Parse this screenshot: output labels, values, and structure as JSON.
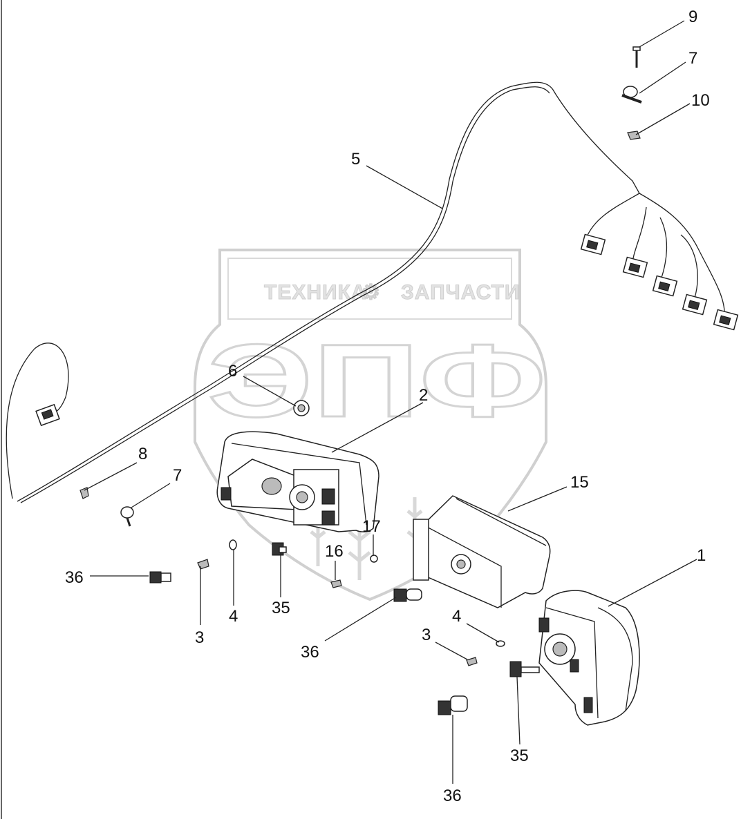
{
  "watermark": {
    "company": "ТЕХНИКА",
    "separator": "⚙",
    "company2": "ЗАПЧАСТИ",
    "logo_letters": "ЭПФ"
  },
  "callouts": {
    "c1": "1",
    "c2": "2",
    "c3a": "3",
    "c3b": "3",
    "c4a": "4",
    "c4b": "4",
    "c5": "5",
    "c6": "6",
    "c7a": "7",
    "c7b": "7",
    "c8": "8",
    "c9": "9",
    "c10": "10",
    "c15": "15",
    "c16": "16",
    "c17": "17",
    "c35a": "35",
    "c35b": "35",
    "c36a": "36",
    "c36b": "36",
    "c36c": "36"
  }
}
